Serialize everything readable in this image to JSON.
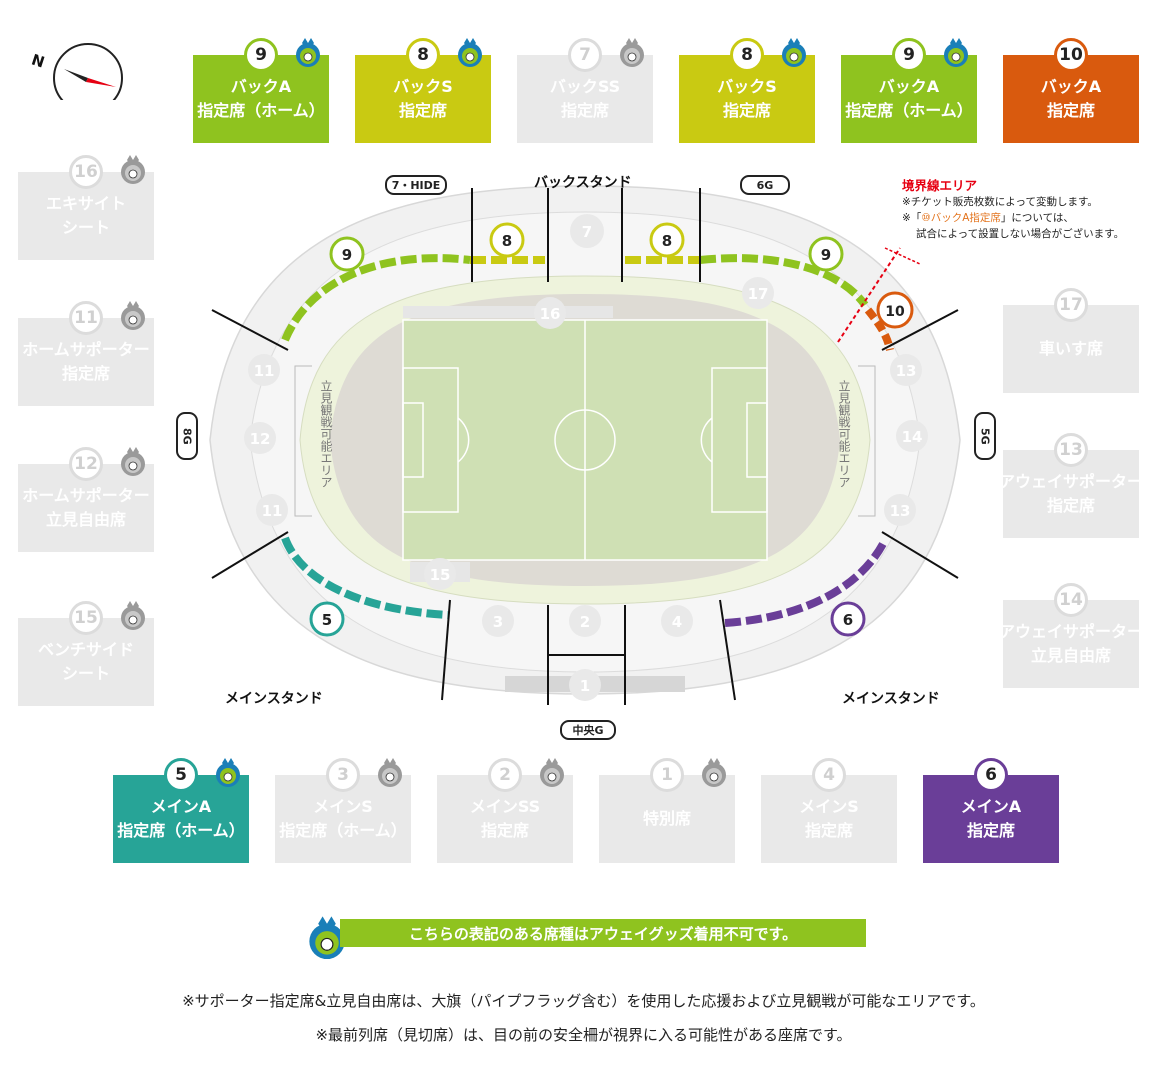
{
  "colors": {
    "back_a": "#8fc31f",
    "back_s": "#c9ca12",
    "back_a_away": "#d95a0e",
    "main_a_home": "#27a497",
    "main_a_away": "#6a3e98",
    "inactive": "#e9e9e9",
    "notice_green": "#8fc31f"
  },
  "icons": {
    "crest": "bellmare-crest-icon",
    "compass": "compass-icon"
  },
  "compass": {
    "label": "N"
  },
  "top_cards": [
    {
      "num": "9",
      "line1": "バックA",
      "line2": "指定席（ホーム）",
      "active": true,
      "color": "#8fc31f",
      "crest": true
    },
    {
      "num": "8",
      "line1": "バックS",
      "line2": "指定席",
      "active": true,
      "color": "#c9ca12",
      "crest": true
    },
    {
      "num": "7",
      "line1": "バックSS",
      "line2": "指定席",
      "active": false,
      "color": "#e9e9e9",
      "crest": true
    },
    {
      "num": "8",
      "line1": "バックS",
      "line2": "指定席",
      "active": true,
      "color": "#c9ca12",
      "crest": true
    },
    {
      "num": "9",
      "line1": "バックA",
      "line2": "指定席（ホーム）",
      "active": true,
      "color": "#8fc31f",
      "crest": true
    },
    {
      "num": "10",
      "line1": "バックA",
      "line2": "指定席",
      "active": true,
      "color": "#d95a0e",
      "crest": false
    }
  ],
  "left_cards": [
    {
      "num": "16",
      "line1": "エキサイト",
      "line2": "シート",
      "crest": true
    },
    {
      "num": "11",
      "line1": "ホームサポーター",
      "line2": "指定席",
      "crest": true
    },
    {
      "num": "12",
      "line1": "ホームサポーター",
      "line2": "立見自由席",
      "crest": true
    },
    {
      "num": "15",
      "line1": "ベンチサイド",
      "line2": "シート",
      "crest": true
    }
  ],
  "right_cards": [
    {
      "num": "17",
      "line1": "車いす席",
      "line2": ""
    },
    {
      "num": "13",
      "line1": "アウェイサポーター",
      "line2": "指定席"
    },
    {
      "num": "14",
      "line1": "アウェイサポーター",
      "line2": "立見自由席"
    }
  ],
  "bottom_cards": [
    {
      "num": "5",
      "line1": "メインA",
      "line2": "指定席（ホーム）",
      "active": true,
      "color": "#27a497",
      "crest": true
    },
    {
      "num": "3",
      "line1": "メインS",
      "line2": "指定席（ホーム）",
      "active": false,
      "color": "#e9e9e9",
      "crest": true
    },
    {
      "num": "2",
      "line1": "メインSS",
      "line2": "指定席",
      "active": false,
      "color": "#e9e9e9",
      "crest": true
    },
    {
      "num": "1",
      "line1": "特別席",
      "line2": "",
      "active": false,
      "color": "#e9e9e9",
      "crest": true
    },
    {
      "num": "4",
      "line1": "メインS",
      "line2": "指定席",
      "active": false,
      "color": "#e9e9e9",
      "crest": false
    },
    {
      "num": "6",
      "line1": "メインA",
      "line2": "指定席",
      "active": true,
      "color": "#6a3e98",
      "crest": false
    }
  ],
  "stadium": {
    "back_stand": "バックスタンド",
    "main_stand_left": "メインスタンド",
    "main_stand_right": "メインスタンド",
    "gate_7": "7・HIDE",
    "gate_6": "6G",
    "gate_8": "8G",
    "gate_5": "5G",
    "gate_center": "中央G",
    "standing_area_left": "立見観戦可能エリア",
    "standing_area_right": "立見観戦可能エリア",
    "zone_numbers": {
      "z7": "7",
      "z8a": "8",
      "z8b": "8",
      "z9a": "9",
      "z9b": "9",
      "z10": "10",
      "z16": "16",
      "z17": "17",
      "z11a": "11",
      "z12": "12",
      "z11b": "11",
      "z13a": "13",
      "z14": "14",
      "z13b": "13",
      "z15": "15",
      "z5": "5",
      "z3": "3",
      "z2": "2",
      "z4": "4",
      "z6": "6",
      "z1": "1"
    }
  },
  "border_note": {
    "title": "境界線エリア",
    "line1": "※チケット販売枚数によって変動します。",
    "line2_prefix": "※「",
    "line2_highlight": "⑩バックA指定席",
    "line2_suffix": "」については、",
    "line3": "試合によって設置しない場合がございます。"
  },
  "notice": {
    "text": "こちらの表記のある席種はアウェイグッズ着用不可です。"
  },
  "footnotes": {
    "line1": "※サポーター指定席&立見自由席は、大旗（パイプフラッグ含む）を使用した応援および立見観戦が可能なエリアです。",
    "line2": "※最前列席（見切席）は、目の前の安全柵が視界に入る可能性がある座席です。"
  }
}
